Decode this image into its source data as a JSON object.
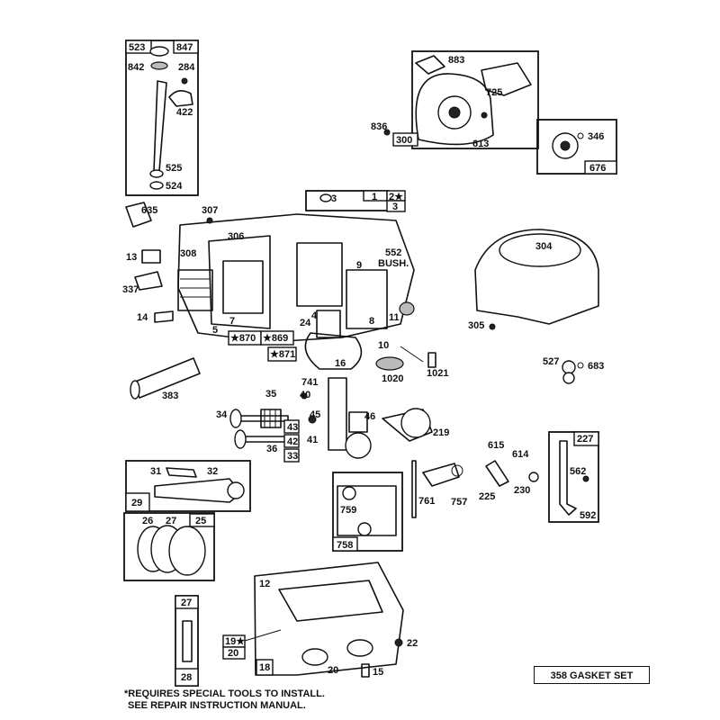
{
  "labels": {
    "l523": "523",
    "l847": "847",
    "l842": "842",
    "l284": "284",
    "l422": "422",
    "l525": "525",
    "l524": "524",
    "l883": "883",
    "l725": "725",
    "l836": "836",
    "l300": "300",
    "l613": "613",
    "l346": "346",
    "l676": "676",
    "l635": "635",
    "l307": "307",
    "l306": "306",
    "l308": "308",
    "l13": "13",
    "l337": "337",
    "l14": "14",
    "l3a": "3",
    "l1": "1",
    "l2s": "2★",
    "l3b": "3",
    "l552": "552",
    "lbush": "BUSH.",
    "l9": "9",
    "l8": "8",
    "l11": "11",
    "l10": "10",
    "l7": "7",
    "l5": "5",
    "l24": "24",
    "l4": "4",
    "l870": "★870",
    "l869": "★869",
    "l871": "★871",
    "l16": "16",
    "l1020": "1020",
    "l1021": "1021",
    "l304": "304",
    "l305": "305",
    "l527": "527",
    "l683": "683",
    "l383": "383",
    "l741": "741",
    "l35": "35",
    "l40": "40",
    "l34": "34",
    "l45": "45",
    "l46": "46",
    "l43": "43",
    "l41": "41",
    "l42": "42",
    "l36": "36",
    "l33": "33",
    "l219": "219",
    "l615": "615",
    "l614": "614",
    "l230": "230",
    "l225": "225",
    "l227": "227",
    "l562": "562",
    "l592": "592",
    "l31": "31",
    "l32": "32",
    "l29": "29",
    "l761": "761",
    "l757": "757",
    "l759": "759",
    "l758": "758",
    "l26": "26",
    "l27a": "27",
    "l25": "25",
    "l27b": "27",
    "l28": "28",
    "l12": "12",
    "l19": "19★",
    "l20a": "20",
    "l18": "18",
    "l20b": "20",
    "l15": "15",
    "l22": "22"
  },
  "gasket_set": "358 GASKET SET",
  "footnote": {
    "line1": "*REQUIRES SPECIAL TOOLS TO INSTALL.",
    "line2": "SEE REPAIR INSTRUCTION MANUAL."
  }
}
